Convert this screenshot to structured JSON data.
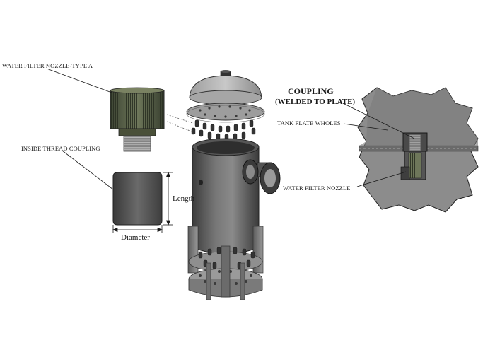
{
  "labels": {
    "nozzle_type_a": "WATER FILTER NOZZLE-TYPE A",
    "inside_thread_coupling": "INSIDE THREAD COUPLING",
    "length": "Length",
    "diameter": "Diameter",
    "coupling_line1": "COUPLING",
    "coupling_line2": "(WELDED TO PLATE)",
    "tank_plate_wholes": "TANK PLATE WHOLES",
    "water_filter_nozzle": "WATER FILTER NOZZLE"
  },
  "colors": {
    "metal_dark": "#4a4a4a",
    "metal_mid": "#7d7d7d",
    "metal_light": "#bdbdbd",
    "nozzle_green": "#5a6248",
    "line": "#1a1a1a"
  }
}
